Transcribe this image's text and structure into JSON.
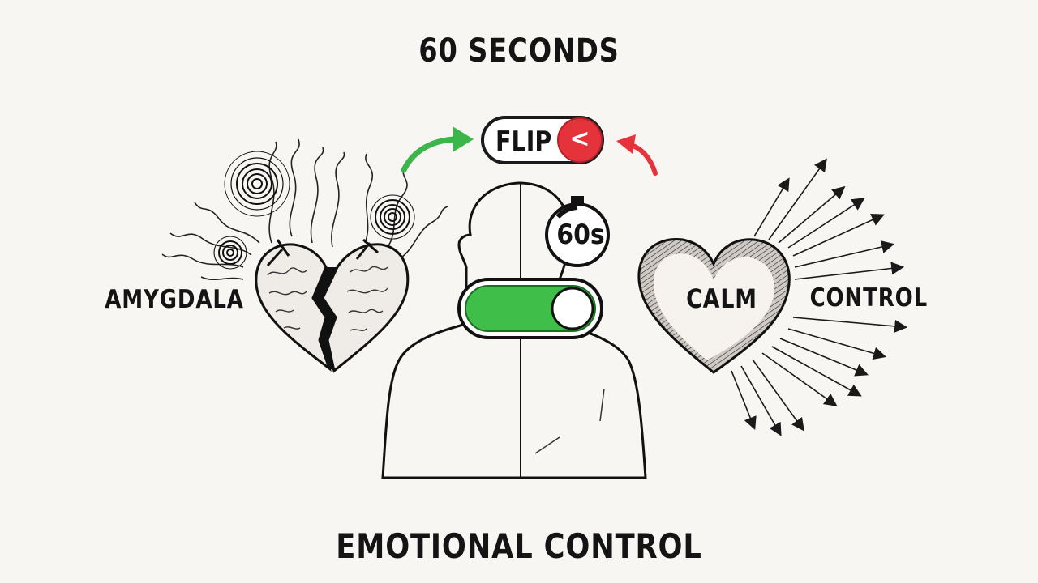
{
  "title": "60 SECONDS",
  "flip_switch": {
    "label": "FLIP",
    "knob_symbol": "<",
    "knob_color": "#e5333b"
  },
  "timer": {
    "label": "60s"
  },
  "main_toggle": {
    "state": "on",
    "color": "#3fbf4a"
  },
  "labels": {
    "amygdala": "AMYGDALA",
    "calm": "CALM",
    "control": "CONTROL"
  },
  "footer": "EMOTIONAL CONTROL",
  "colors": {
    "green_arrow": "#3cb54a",
    "red_arrow": "#e5333b",
    "ink": "#141414",
    "background": "#f8f6f3"
  },
  "icons": [
    "broken-heart-icon",
    "calm-heart-icon",
    "silhouette-icon",
    "stopwatch-icon",
    "toggle-switch-icon",
    "spiral-icon",
    "arrow-icon"
  ]
}
